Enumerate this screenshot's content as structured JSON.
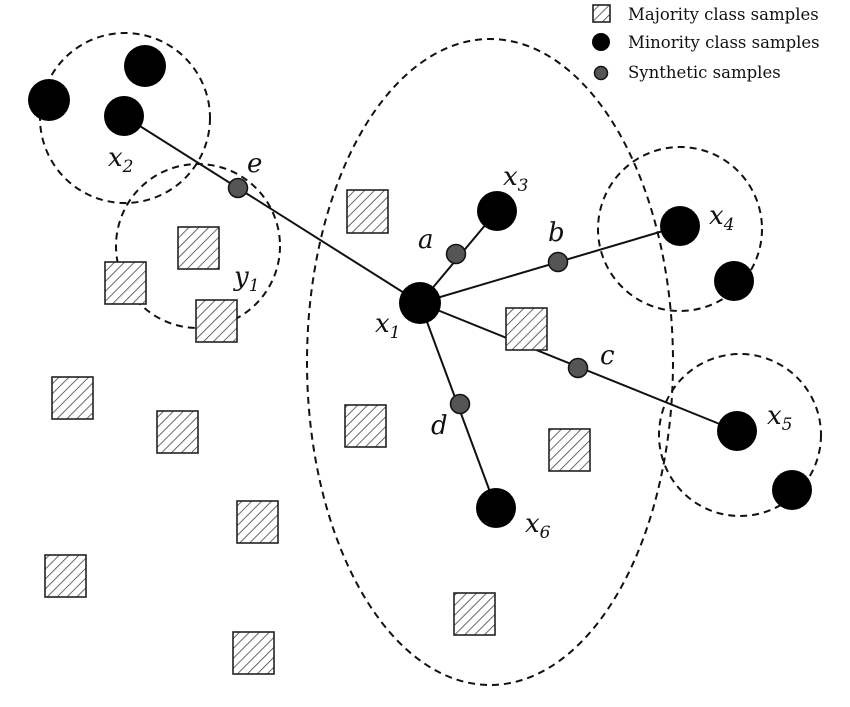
{
  "legend": {
    "majority": "Majority class samples",
    "minority": "Minority class samples",
    "synthetic": "Synthetic samples"
  },
  "labels": {
    "x1": {
      "base": "x",
      "sub": "1"
    },
    "x2": {
      "base": "x",
      "sub": "2"
    },
    "x3": {
      "base": "x",
      "sub": "3"
    },
    "x4": {
      "base": "x",
      "sub": "4"
    },
    "x5": {
      "base": "x",
      "sub": "5"
    },
    "x6": {
      "base": "x",
      "sub": "6"
    },
    "y1": {
      "base": "y",
      "sub": "1"
    },
    "a": "a",
    "b": "b",
    "c": "c",
    "d": "d",
    "e": "e"
  },
  "colors": {
    "minority": "#000000",
    "synthetic": "#555555",
    "hatch": "#444444"
  }
}
